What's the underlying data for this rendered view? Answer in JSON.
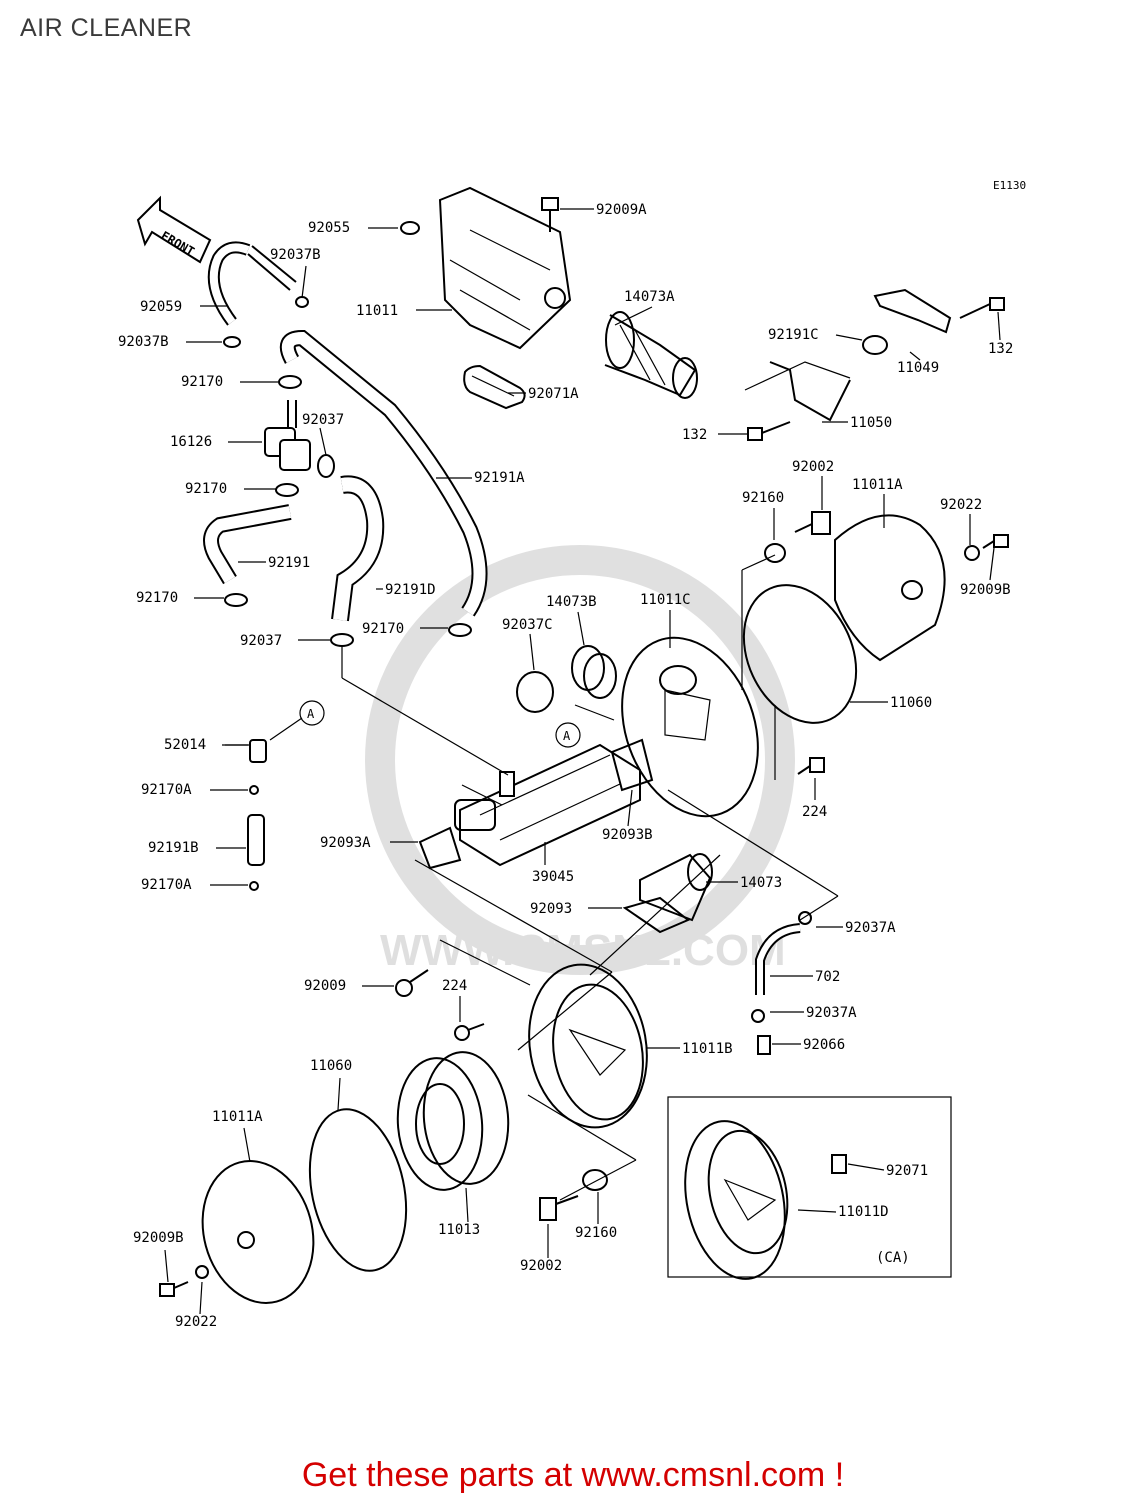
{
  "title": "AIR CLEANER",
  "diagram_code": "E1130",
  "front_marker": "FRONT",
  "ref_marker": "A",
  "inset_label": "(CA)",
  "watermark": "WWW.CMSNL.COM",
  "footer": "Get these parts at www.cmsnl.com !",
  "parts": [
    "92055",
    "92009A",
    "92037B",
    "92059",
    "11011",
    "14073A",
    "92037B",
    "92191C",
    "11049",
    "132",
    "92071A",
    "92170",
    "132",
    "11050",
    "16126",
    "92037",
    "92191A",
    "92002",
    "11011A",
    "92170",
    "92160",
    "92022",
    "92191",
    "92009B",
    "92191D",
    "92170",
    "14073B",
    "11011C",
    "92037C",
    "92170",
    "92037",
    "11060",
    "52014",
    "92170A",
    "224",
    "92191B",
    "92093B",
    "92093A",
    "92170A",
    "39045",
    "14073",
    "92093",
    "92037A",
    "702",
    "92009",
    "224",
    "92037A",
    "92066",
    "11060",
    "11011B",
    "11011A",
    "92071",
    "11013",
    "92160",
    "11011D",
    "92009B",
    "92002",
    "92022"
  ]
}
